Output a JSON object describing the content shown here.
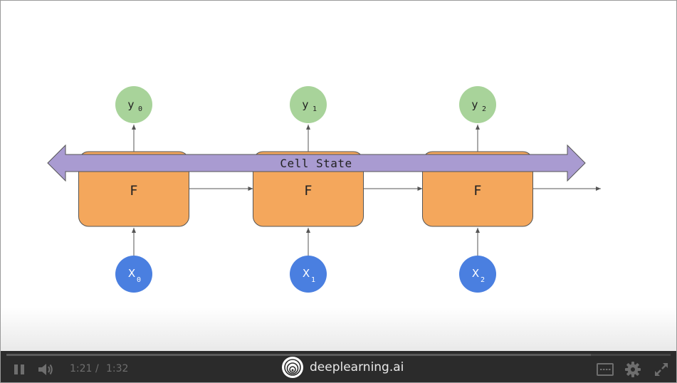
{
  "diagram": {
    "cells": [
      {
        "label": "F",
        "input": {
          "letter": "X",
          "sub": "0"
        },
        "output": {
          "letter": "y",
          "sub": "0"
        }
      },
      {
        "label": "F",
        "input": {
          "letter": "X",
          "sub": "1"
        },
        "output": {
          "letter": "y",
          "sub": "1"
        }
      },
      {
        "label": "F",
        "input": {
          "letter": "X",
          "sub": "2"
        },
        "output": {
          "letter": "y",
          "sub": "2"
        }
      }
    ],
    "band_label": "Cell State",
    "colors": {
      "cell_fill": "#f4a75c",
      "cell_stroke": "#555555",
      "input_fill": "#4a7fe0",
      "output_fill": "#a8d39a",
      "band_fill": "#a99bd1",
      "band_stroke": "#555555",
      "arrow": "#555555"
    }
  },
  "player": {
    "time_current": "1:21",
    "time_separator": "/",
    "time_total": "1:32",
    "progress": 0.88,
    "brand": "deeplearning.ai",
    "icons": {
      "pause": "pause-icon",
      "volume": "volume-icon",
      "logo": "deeplearning-logo-icon",
      "captions": "captions-icon",
      "settings": "gear-icon",
      "fullscreen": "fullscreen-icon"
    }
  }
}
